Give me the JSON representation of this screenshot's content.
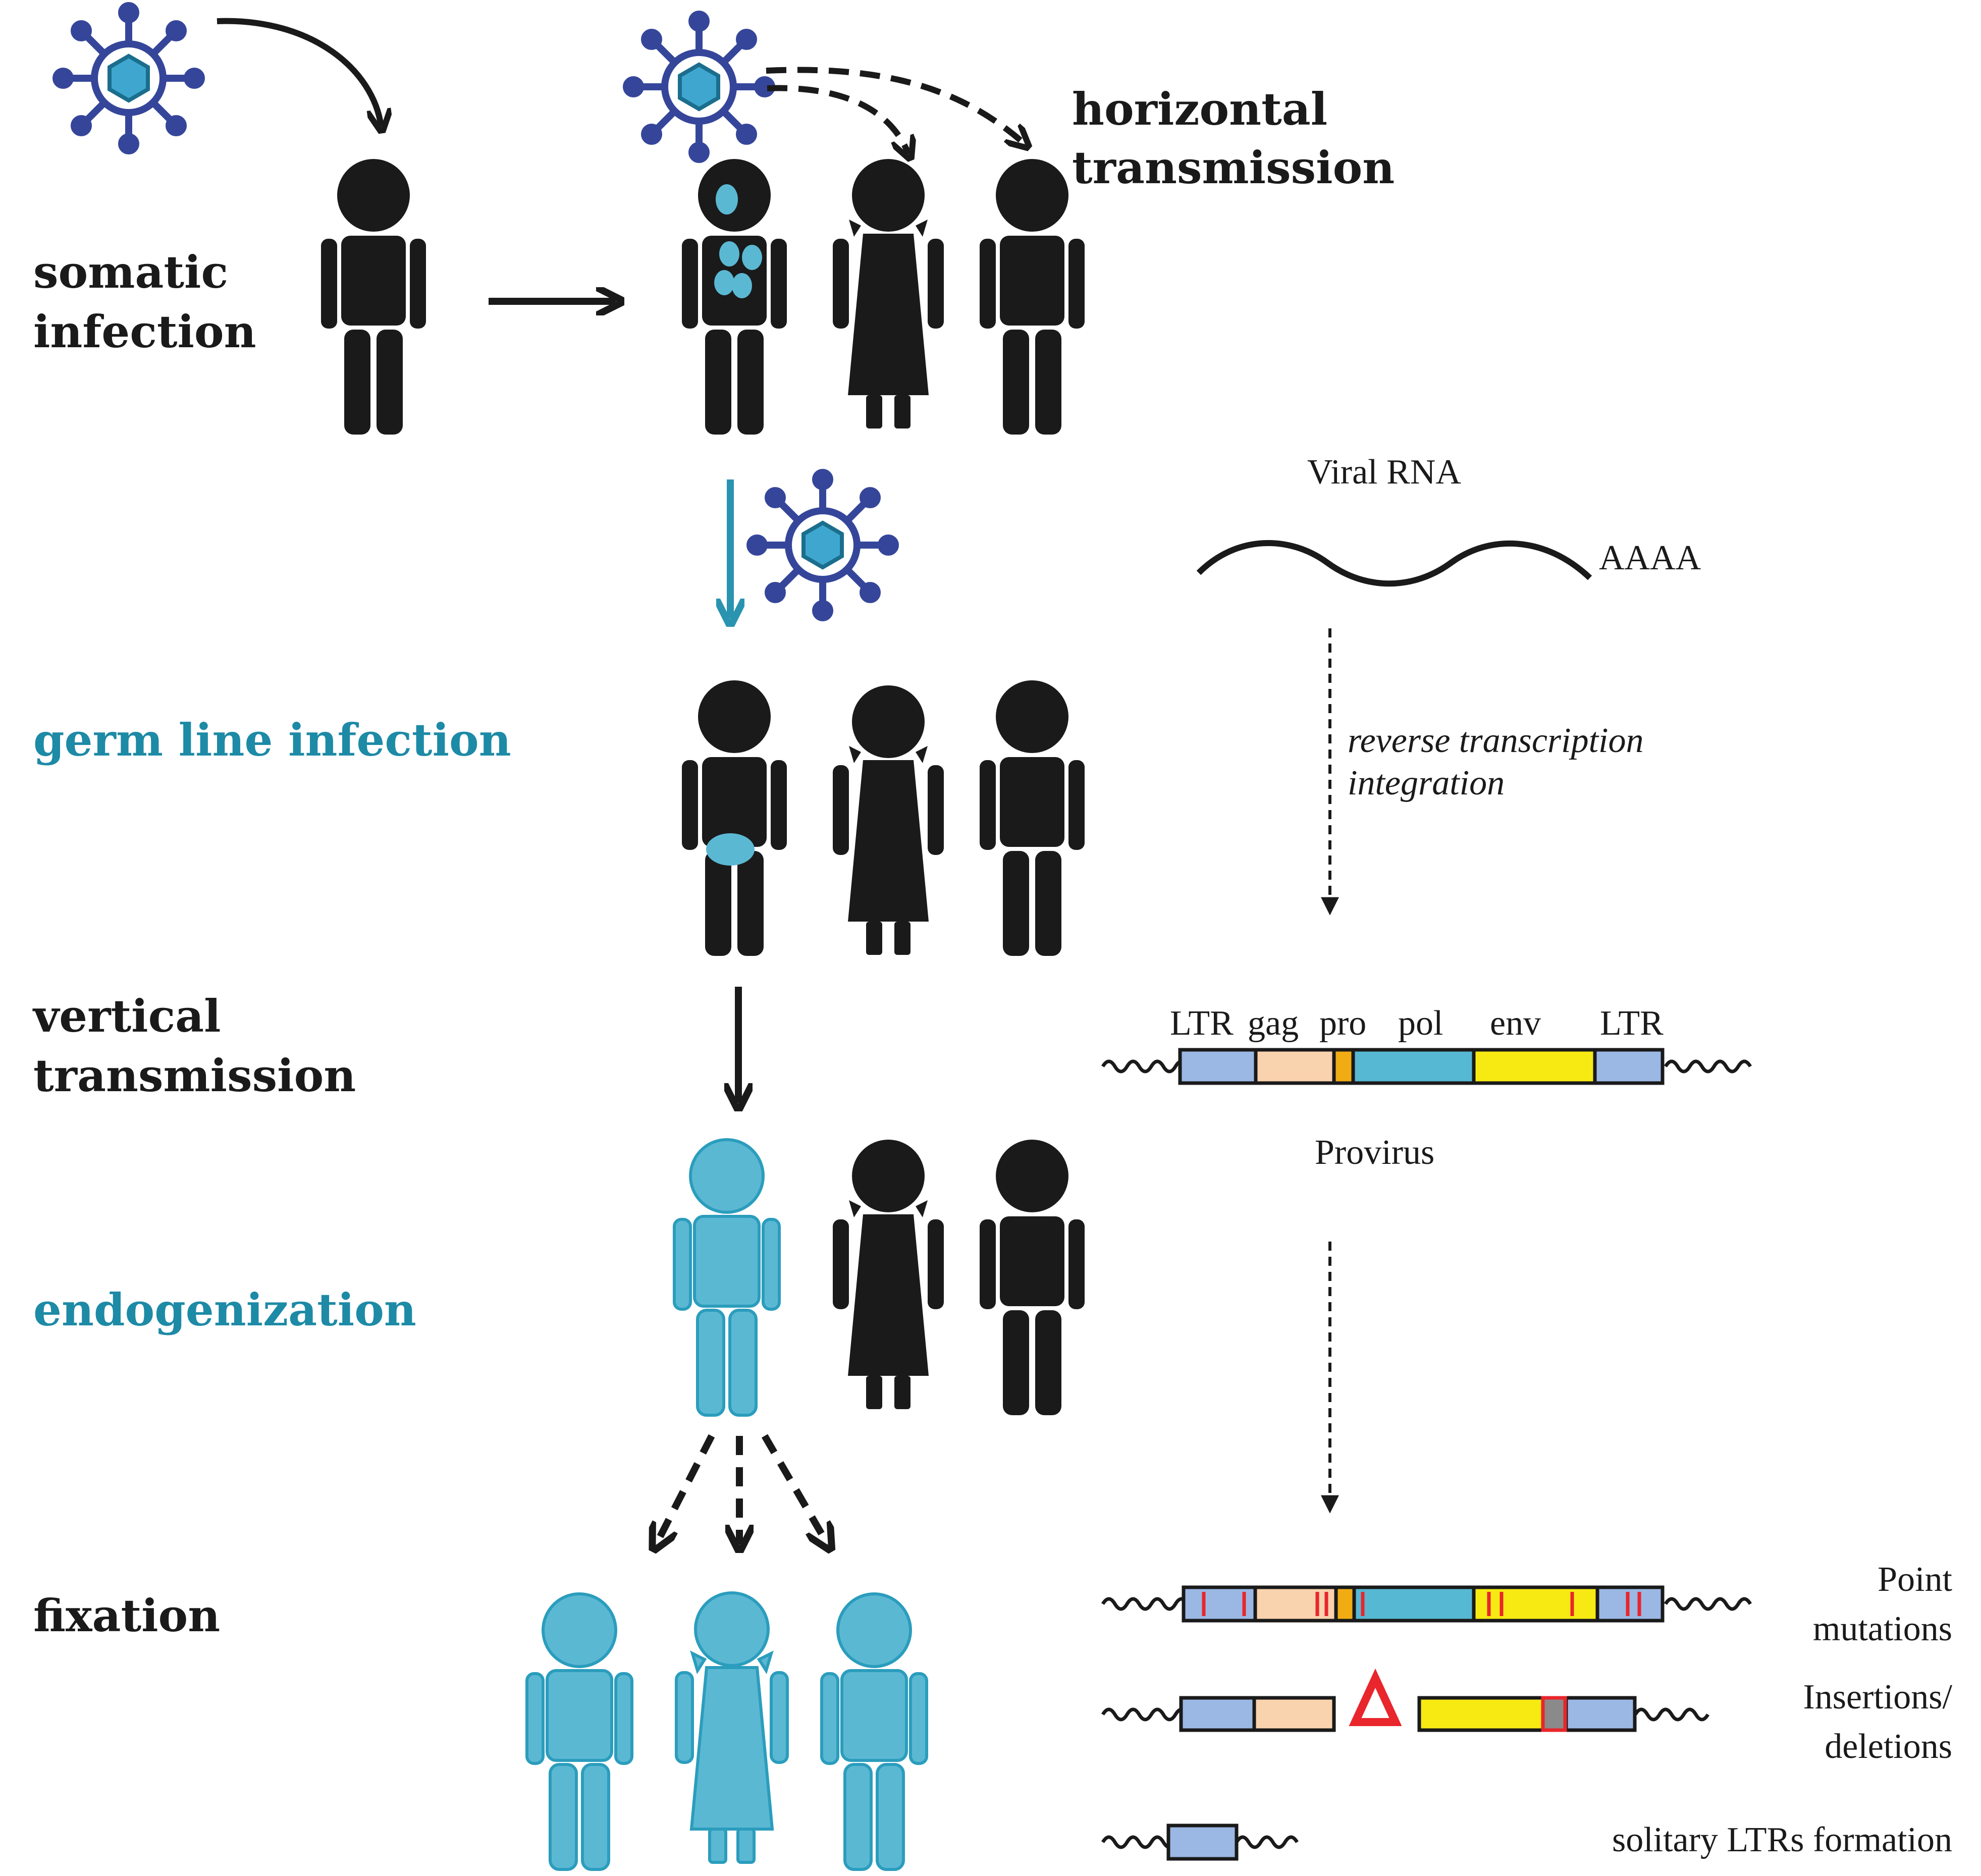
{
  "colors": {
    "ink": "#1a1a1a",
    "teal_text": "#1d8aa6",
    "teal_fill": "#5bb8d3",
    "teal_stroke": "#2b9dbd",
    "virus_spike": "#35469a",
    "virus_core": "#3fa7cf",
    "ltr": "#9bb8e4",
    "gag": "#f9d2ae",
    "pro": "#f1ac14",
    "pol": "#56b8d2",
    "env": "#f7ea12",
    "mutation": "#e8262c",
    "gray_box": "#8a8a8a"
  },
  "icons": [
    "virus-icon",
    "person-icon",
    "girl-icon",
    "infected-person-icon",
    "dna-strand-icon",
    "delta-icon"
  ],
  "stages": {
    "somatic": [
      "somatic",
      "infection"
    ],
    "horizontal": [
      "horizontal",
      "transmission"
    ],
    "germ_line": "germ line infection",
    "vertical": [
      "vertical",
      "transmission"
    ],
    "endogenization": "endogenization",
    "fixation": "fixation"
  },
  "molecular": {
    "viral_rna": "Viral RNA",
    "polya": "AAAA",
    "process": [
      "reverse transcription",
      "integration"
    ],
    "genes": [
      "LTR",
      "gag",
      "pro",
      "pol",
      "env",
      "LTR"
    ],
    "provirus": "Provirus",
    "outcomes": [
      [
        "Point",
        "mutations"
      ],
      [
        "Insertions/",
        "deletions"
      ],
      [
        "solitary LTRs formation"
      ]
    ]
  }
}
